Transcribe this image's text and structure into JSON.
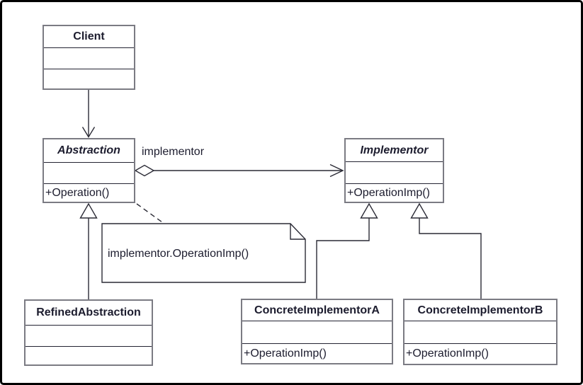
{
  "diagram": {
    "kind": "uml-class-diagram",
    "classes": [
      {
        "id": "client",
        "name": "Client",
        "operations": ""
      },
      {
        "id": "abstraction",
        "name": "Abstraction",
        "operations": "+Operation()"
      },
      {
        "id": "implementor",
        "name": "Implementor",
        "operations": "+OperationImp()"
      },
      {
        "id": "refined-abstraction",
        "name": "RefinedAbstraction",
        "operations": ""
      },
      {
        "id": "concrete-implementor-a",
        "name": "ConcreteImplementorA",
        "operations": "+OperationImp()"
      },
      {
        "id": "concrete-implementor-b",
        "name": "ConcreteImplementorB",
        "operations": "+OperationImp()"
      }
    ],
    "association_label": "implementor",
    "note_text": "implementor.OperationImp()",
    "relationships": [
      "Client --> Abstraction (dependency, open arrow)",
      "Abstraction o--> Implementor (aggregation 'implementor', open arrow)",
      "RefinedAbstraction --|> Abstraction (generalization)",
      "ConcreteImplementorA --|> Implementor (generalization)",
      "ConcreteImplementorB --|> Implementor (generalization)",
      "Abstraction.+Operation() ..- note (dashed anchor)"
    ],
    "colors": {
      "line": "#2a2a35",
      "box_border": "#7b7b83",
      "text": "#1c1c2e",
      "background": "#ffffff",
      "frame": "#000000"
    }
  }
}
